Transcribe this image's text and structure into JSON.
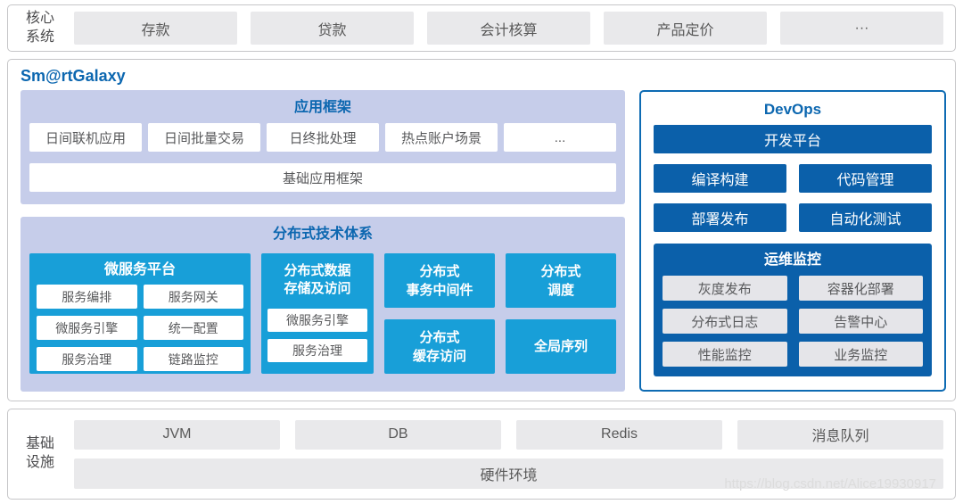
{
  "colors": {
    "accent_blue": "#0c67b0",
    "cyan": "#189fd8",
    "navy": "#0b60aa",
    "periwinkle": "#c6cdea",
    "gray_box": "#e9e9eb"
  },
  "top_bar": {
    "label_lines": [
      "核心",
      "系统"
    ],
    "items": [
      "存款",
      "贷款",
      "会计核算",
      "产品定价",
      "···"
    ]
  },
  "platform": {
    "title": "Sm@rtGalaxy",
    "app_framework": {
      "title": "应用框架",
      "items": [
        "日间联机应用",
        "日间批量交易",
        "日终批处理",
        "热点账户场景",
        "..."
      ],
      "base": "基础应用框架"
    },
    "distributed": {
      "title": "分布式技术体系",
      "microservice": {
        "title": "微服务平台",
        "items": [
          "服务编排",
          "服务网关",
          "微服务引擎",
          "统一配置",
          "服务治理",
          "链路监控"
        ]
      },
      "data_storage": {
        "title_lines": [
          "分布式数据",
          "存储及访问"
        ],
        "items": [
          "微服务引擎",
          "服务治理"
        ]
      },
      "columns": [
        {
          "top": {
            "lines": [
              "分布式",
              "事务中间件"
            ]
          },
          "bottom": {
            "lines": [
              "分布式",
              "缓存访问"
            ]
          }
        },
        {
          "top": {
            "lines": [
              "分布式",
              "调度"
            ]
          },
          "bottom": {
            "lines": [
              "全局序列"
            ]
          }
        }
      ]
    },
    "devops": {
      "title": "DevOps",
      "dev_platform": "开发平台",
      "tools": [
        "编译构建",
        "代码管理",
        "部署发布",
        "自动化测试"
      ],
      "monitoring": {
        "title": "运维监控",
        "items": [
          "灰度发布",
          "容器化部署",
          "分布式日志",
          "告警中心",
          "性能监控",
          "业务监控"
        ]
      }
    }
  },
  "infrastructure": {
    "label_lines": [
      "基础",
      "设施"
    ],
    "items": [
      "JVM",
      "DB",
      "Redis",
      "消息队列"
    ],
    "hardware": "硬件环境"
  },
  "watermark": "https://blog.csdn.net/Alice19930917"
}
